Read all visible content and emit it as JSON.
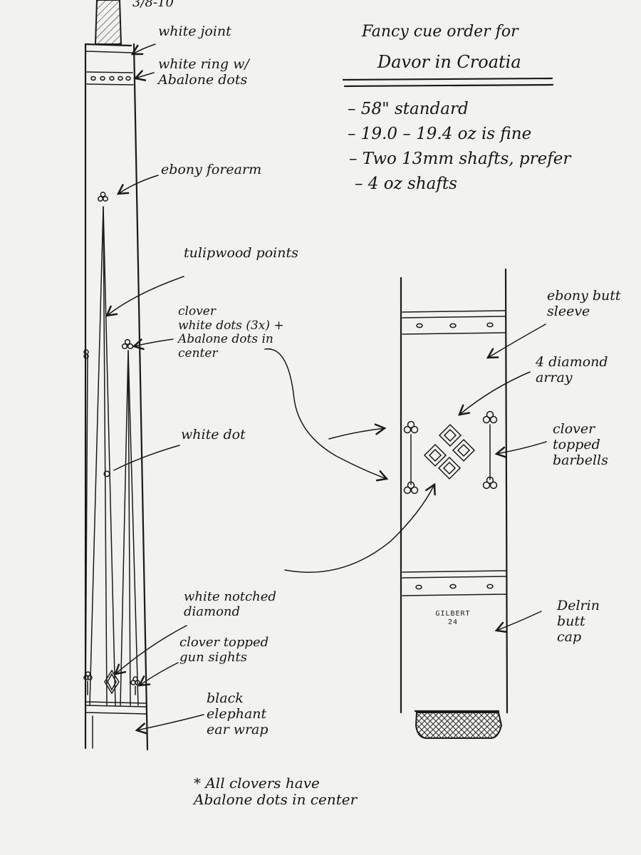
{
  "header": {
    "date": "3/8-10",
    "title_line1": "Fancy cue order for",
    "title_line2": "Davor in Croatia"
  },
  "specs": [
    "– 58\" standard",
    "– 19.0 – 19.4 oz is fine",
    "– Two 13mm shafts, prefer",
    "– 4 oz shafts"
  ],
  "labels": {
    "white_joint": "white joint",
    "white_ring": "white ring w/\nAbalone dots",
    "ebony_forearm": "ebony forearm",
    "tulipwood_points": "tulipwood points",
    "clover_dots": "clover\nwhite dots (3x) +\nAbalone dots in\ncenter",
    "white_dot": "white dot",
    "white_notched_diamond": "white notched\ndiamond",
    "clover_gun_sights": "clover topped\ngun sights",
    "black_wrap": "black\nelephant\near wrap",
    "ebony_butt_sleeve": "ebony butt\nsleeve",
    "four_diamond_array": "4 diamond\narray",
    "clover_barbells": "clover\ntopped\nbarbells",
    "delrin_butt_cap": "Delrin\nbutt\ncap"
  },
  "stamp": {
    "line1": "GILBERT",
    "line2": "24"
  },
  "footnote": "* All clovers have\nAbalone dots in center"
}
